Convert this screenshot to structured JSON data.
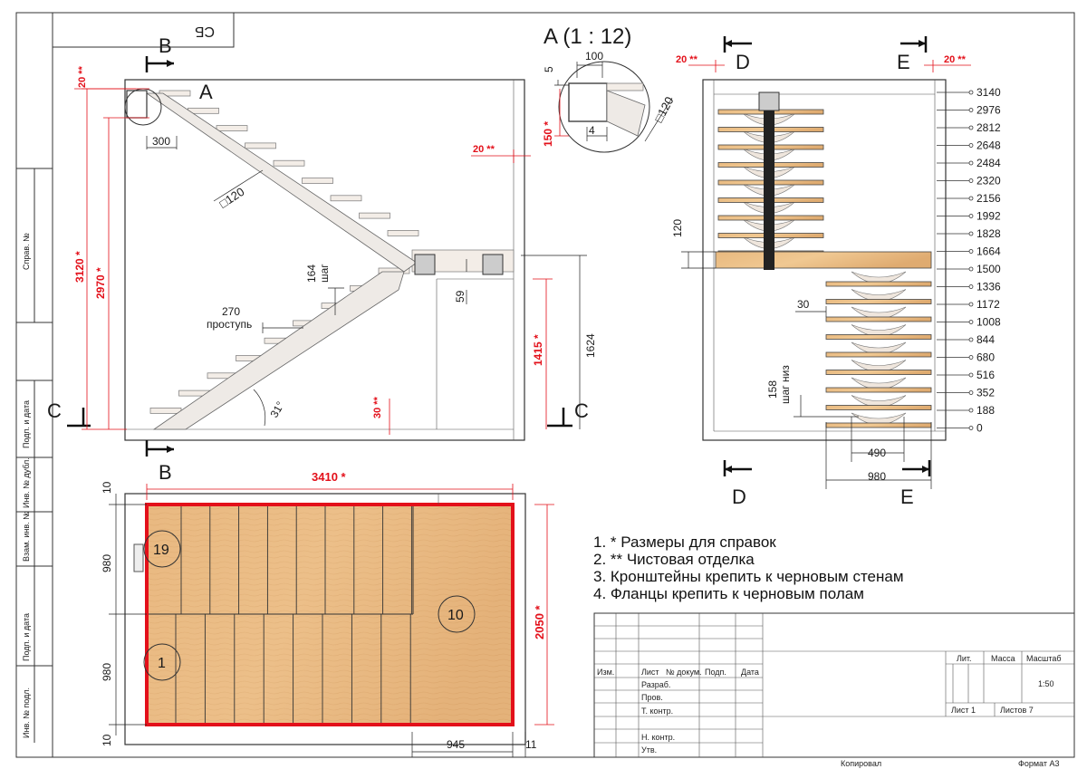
{
  "stamp": "СБ",
  "frame": {
    "side_labels": [
      "Справ. №",
      "Подп. и дата",
      "Инв. № дубл.",
      "Взам. инв. №",
      "Подп. и дата",
      "Инв. № подл."
    ]
  },
  "section_b": {
    "markers": {
      "top": "B",
      "bottom": "B",
      "left": "C",
      "right": "C",
      "detail": "A"
    },
    "dims": {
      "h3120": "3120 *",
      "h2970": "2970 *",
      "top20": "20 **",
      "right20": "20 **",
      "w300": "300",
      "beam": "□120",
      "step": "164",
      "step_word": "шаг",
      "tread": "270",
      "tread_word": "проступь",
      "angle": "31°",
      "floor30": "30 **",
      "h1415": "1415 *",
      "h1624": "1624",
      "d59": "59"
    }
  },
  "detail_a": {
    "title": "A (1 : 12)",
    "dims": {
      "w100": "100",
      "d5": "5",
      "h150": "150 *",
      "d4": "4",
      "beam": "□120"
    }
  },
  "section_d": {
    "markers": {
      "tl": "D",
      "tr": "E",
      "bl": "D",
      "br": "E"
    },
    "dims": {
      "left20": "20 **",
      "right20": "20 **",
      "d120": "120",
      "d30": "30",
      "step_low": "158",
      "step_low_word": "шаг низ",
      "w490": "490",
      "w980": "980"
    },
    "levels": [
      "3140",
      "2976",
      "2812",
      "2648",
      "2484",
      "2320",
      "2156",
      "1992",
      "1828",
      "1664",
      "1500",
      "1336",
      "1172",
      "1008",
      "844",
      "680",
      "516",
      "352",
      "188",
      "0"
    ]
  },
  "plan": {
    "dims": {
      "w3410": "3410 *",
      "h2050": "2050 *",
      "t10": "10",
      "h980a": "980",
      "h980b": "980",
      "b10": "10",
      "w945": "945",
      "w11": "11"
    },
    "step_ids": {
      "top": "19",
      "bottom": "1",
      "landing": "10"
    }
  },
  "notes": [
    "1.   * Размеры для справок",
    "2.   ** Чистовая отделка",
    "3.   Кронштейны крепить к черновым стенам",
    "4.   Фланцы крепить к черновым полам"
  ],
  "title_block": {
    "cols": [
      "Изм.",
      "Лист",
      "№ докум.",
      "Подп.",
      "Дата"
    ],
    "rows": [
      "Разраб.",
      "Пров.",
      "Т. контр.",
      "Н. контр.",
      "Утв."
    ],
    "lit": "Лит.",
    "mass": "Масса",
    "scale_label": "Масштаб",
    "scale": "1:50",
    "sheet": "Лист 1",
    "sheets": "Листов 7"
  },
  "footer": {
    "copied": "Копировал",
    "format": "Формат А3"
  },
  "colors": {
    "accent": "#e3101a",
    "wood": "#e6b47c",
    "dark_stringer": "#222222"
  }
}
